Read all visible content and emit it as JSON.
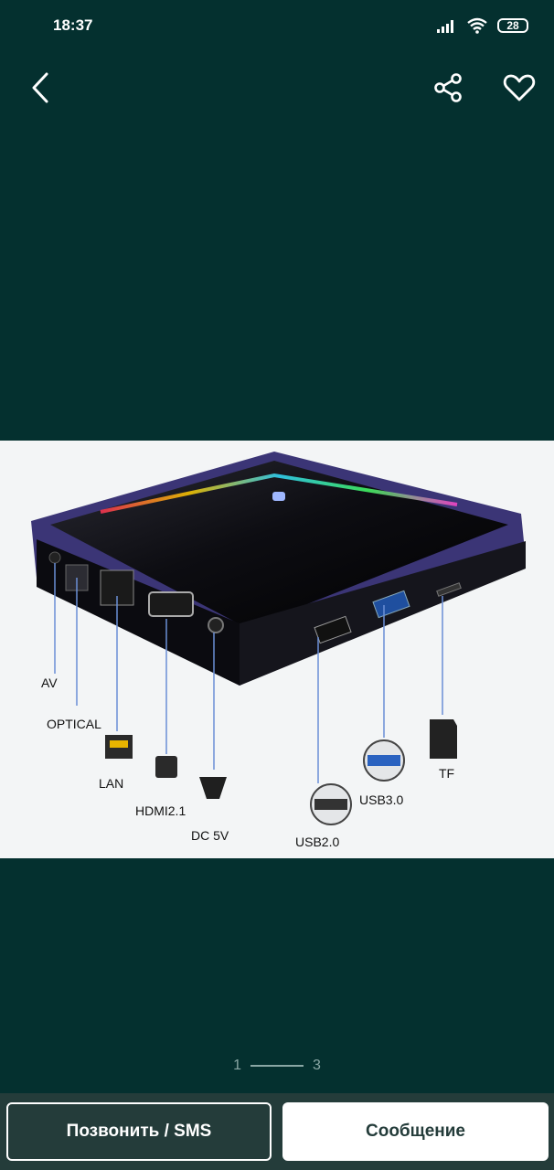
{
  "status_bar": {
    "time": "18:37",
    "battery": "28"
  },
  "top_bar": {
    "back_icon": "chevron-left-icon",
    "share_icon": "share-icon",
    "favorite_icon": "heart-icon"
  },
  "photo": {
    "port_labels": {
      "av": "AV",
      "optical": "OPTICAL",
      "lan": "LAN",
      "hdmi": "HDMI2.1",
      "dc": "DC 5V",
      "usb2": "USB2.0",
      "usb3": "USB3.0",
      "tf": "TF"
    }
  },
  "pager": {
    "current": "1",
    "total": "3"
  },
  "actions": {
    "call_label": "Позвонить / SMS",
    "message_label": "Сообщение"
  },
  "colors": {
    "background": "#04302f",
    "bottom_bar": "#243c3a"
  }
}
